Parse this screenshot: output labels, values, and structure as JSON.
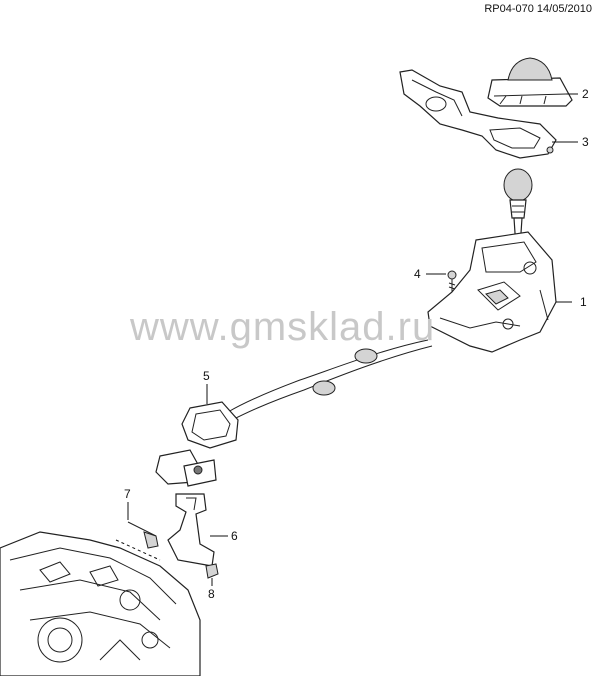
{
  "header": {
    "ref": "RP04-070 14/05/2010"
  },
  "watermark": "www.gmsklad.ru",
  "callouts": [
    {
      "id": "1",
      "label": "1"
    },
    {
      "id": "2",
      "label": "2"
    },
    {
      "id": "3",
      "label": "3"
    },
    {
      "id": "4",
      "label": "4"
    },
    {
      "id": "5",
      "label": "5"
    },
    {
      "id": "6",
      "label": "6"
    },
    {
      "id": "7",
      "label": "7"
    },
    {
      "id": "8",
      "label": "8"
    }
  ]
}
